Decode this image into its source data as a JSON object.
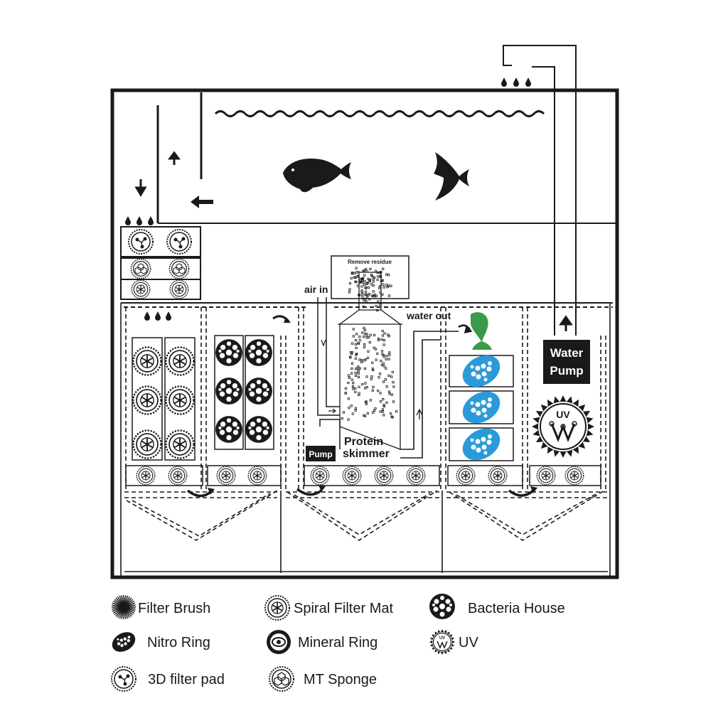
{
  "diagram": {
    "labels": {
      "air_in": "air in",
      "remove_residue": "Remove residue",
      "water_out": "water out",
      "protein_skimmer_line1": "Protein",
      "protein_skimmer_line2": "skimmer",
      "pump": "Pump",
      "water_pump_line1": "Water",
      "water_pump_line2": "Pump",
      "uv_badge": "UV"
    }
  },
  "legend": {
    "items": [
      {
        "id": "filter-brush",
        "label": "Filter Brush",
        "icon": "filter-brush-icon"
      },
      {
        "id": "spiral-filter-mat",
        "label": "Spiral Filter Mat",
        "icon": "spiral-filter-mat-icon"
      },
      {
        "id": "bacteria-house",
        "label": "Bacteria House",
        "icon": "bacteria-house-icon"
      },
      {
        "id": "nitro-ring",
        "label": "Nitro Ring",
        "icon": "nitro-ring-icon"
      },
      {
        "id": "mineral-ring",
        "label": "Mineral Ring",
        "icon": "mineral-ring-icon"
      },
      {
        "id": "uv",
        "label": "UV",
        "icon": "uv-icon"
      },
      {
        "id": "3d-filter-pad",
        "label": "3D filter pad",
        "icon": "3d-filter-pad-icon"
      },
      {
        "id": "mt-sponge",
        "label": "MT Sponge",
        "icon": "mt-sponge-icon"
      }
    ],
    "uv_icon_text": "UV"
  },
  "colors": {
    "line": "#1a1a1a",
    "nitro_ring": "#2b9ad8",
    "nozzle": "#3a9a4a",
    "background": "#ffffff"
  }
}
